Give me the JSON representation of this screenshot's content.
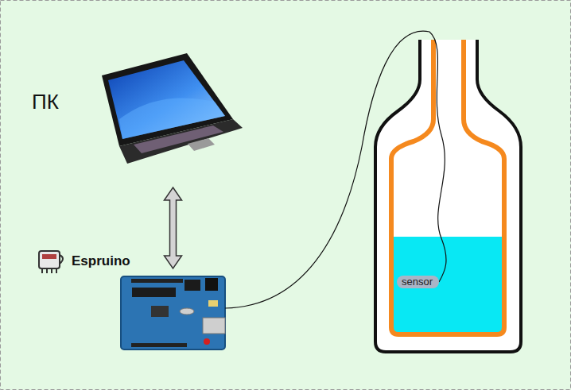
{
  "diagram": {
    "nodes": [
      {
        "text": [
          "ПК"
        ]
      },
      {
        "text": [
          "Espruino"
        ]
      },
      {
        "text": [
          "sensor"
        ]
      }
    ],
    "edges": [
      {
        "from": 0,
        "to": 1,
        "arrow": "both"
      },
      {
        "from": 1,
        "to": 2,
        "arrow": "none"
      }
    ]
  }
}
